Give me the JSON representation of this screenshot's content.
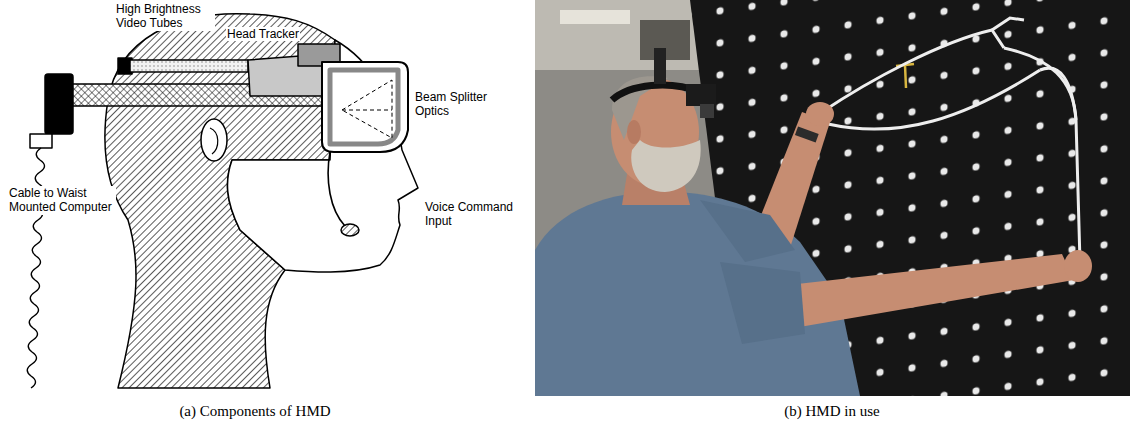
{
  "diagram": {
    "labels": [
      "High Brightness Video Tubes",
      "Head Tracker",
      "Beam Splitter Optics",
      "Cable to Waist Mounted Computer",
      "Voice Command Input",
      "(a) Components of HMD",
      "(b) HMD in use"
    ]
  }
}
